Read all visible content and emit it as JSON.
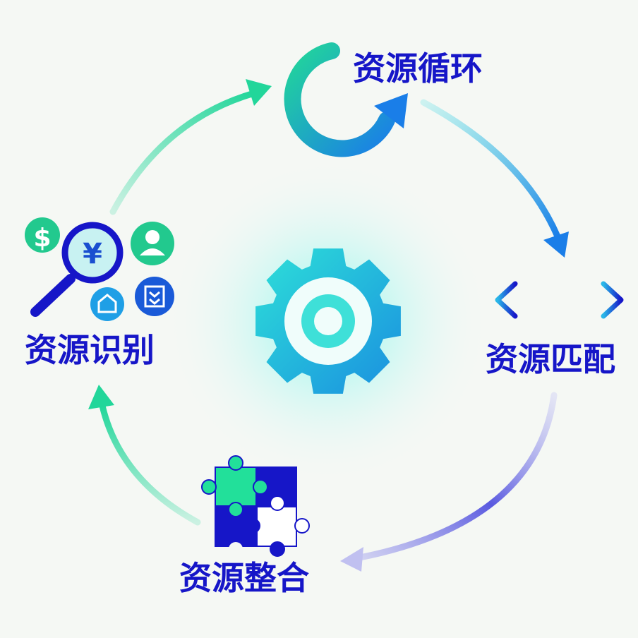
{
  "diagram": {
    "center": {
      "icon": "gear-icon"
    },
    "steps": [
      {
        "label": "资源循环",
        "icon": "cycle-arrow-icon"
      },
      {
        "label": "资源匹配",
        "icon": "double-arrow-icon"
      },
      {
        "label": "资源整合",
        "icon": "puzzle-icon"
      },
      {
        "label": "资源识别",
        "icon": "magnifier-yen-icon"
      }
    ],
    "identify_icons": {
      "dollar": "$",
      "yen": "¥"
    },
    "colors": {
      "blue": "#1616c8",
      "green": "#22d69a",
      "cyan": "#2ad8e0",
      "lavender": "#b8b8f0"
    }
  }
}
